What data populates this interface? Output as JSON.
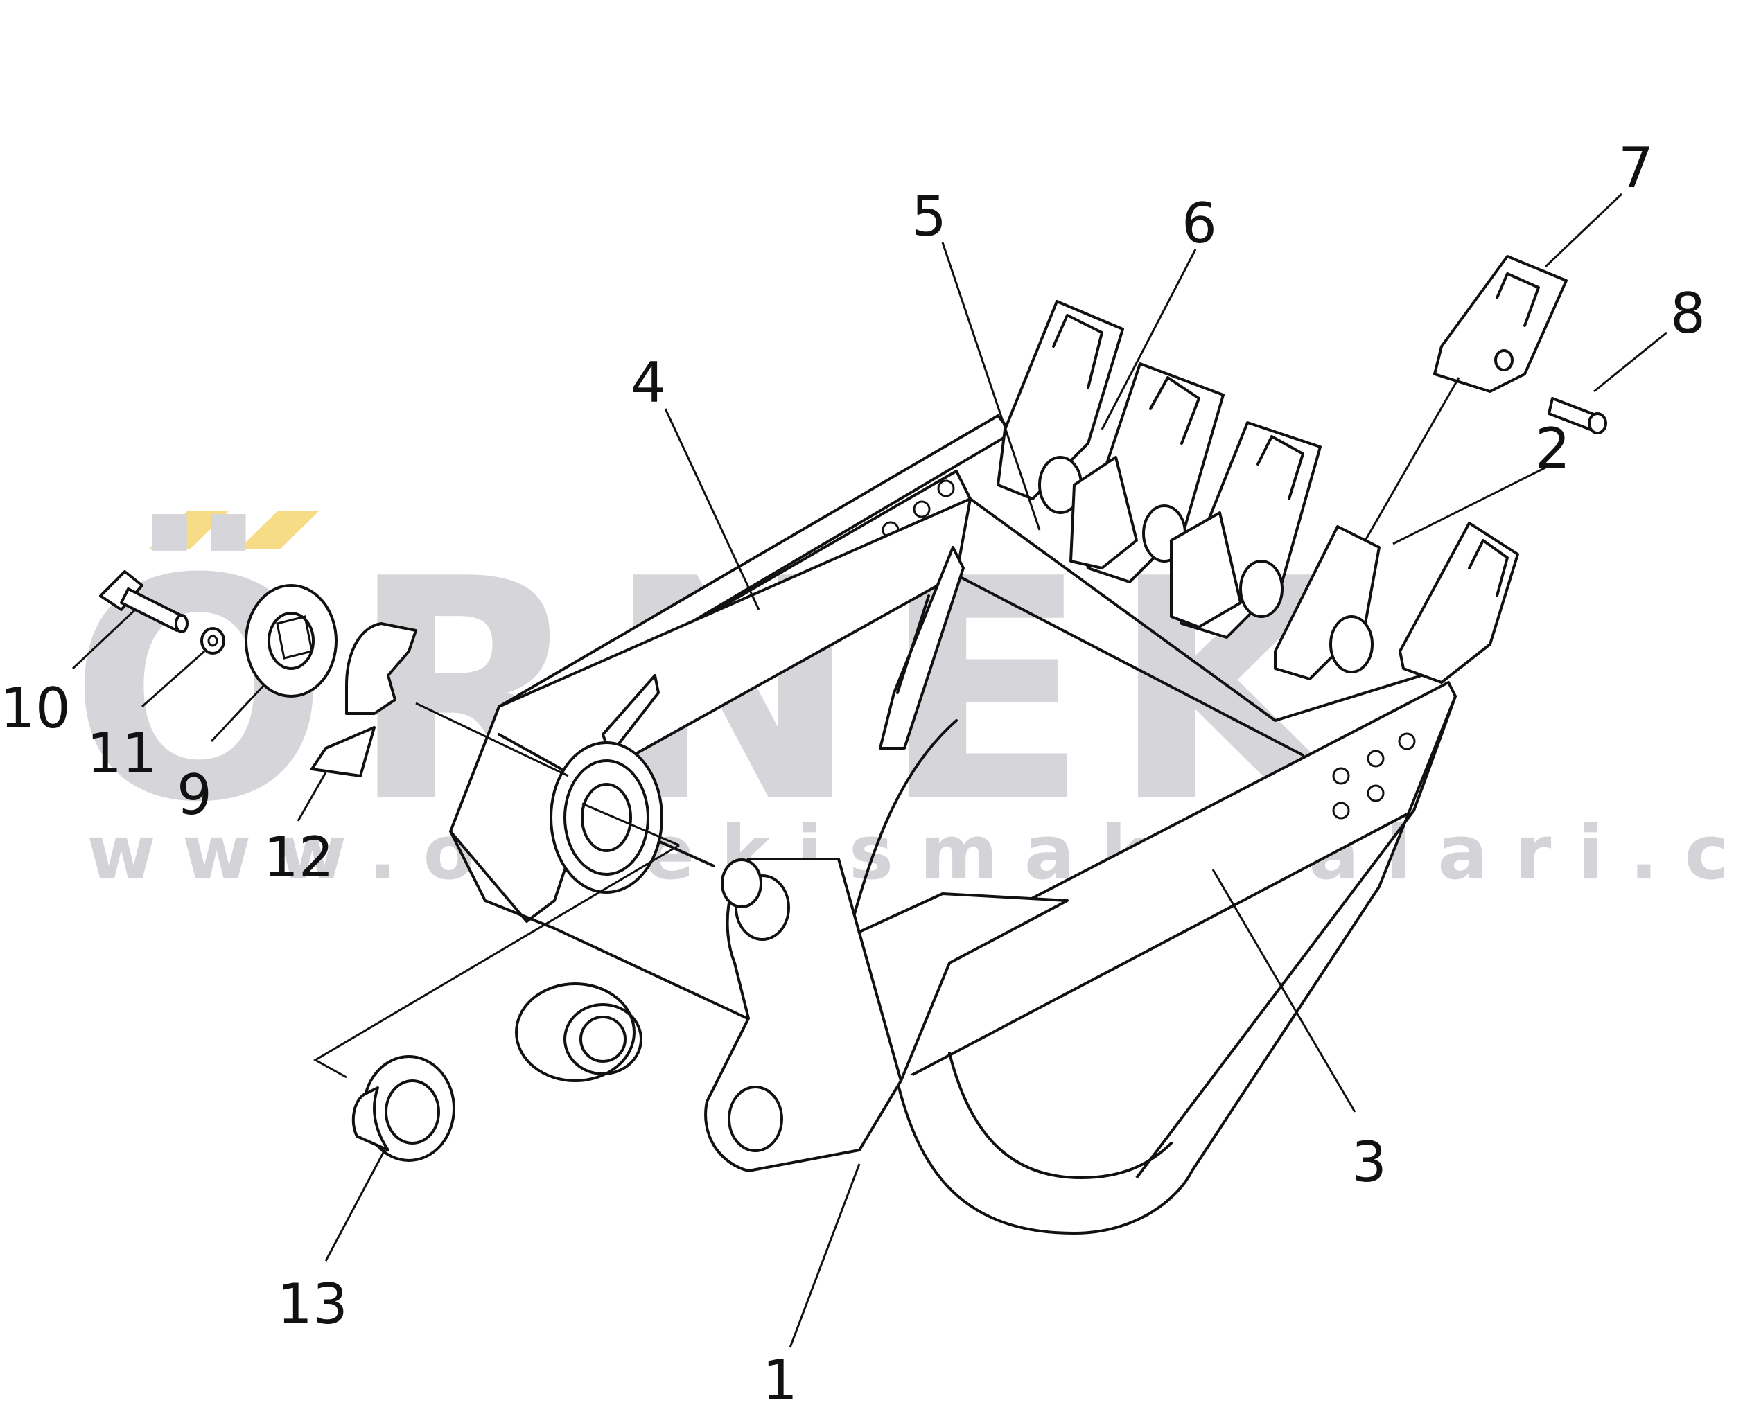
{
  "watermark": {
    "brand": "ÖRNEK",
    "url": "www.ornekismakinalari.com.tr",
    "brand_color": "#d6d6da",
    "accent_color": "#f6dc87"
  },
  "callouts": [
    {
      "id": "1",
      "label": "1"
    },
    {
      "id": "2",
      "label": "2"
    },
    {
      "id": "3",
      "label": "3"
    },
    {
      "id": "4",
      "label": "4"
    },
    {
      "id": "5",
      "label": "5"
    },
    {
      "id": "6",
      "label": "6"
    },
    {
      "id": "7",
      "label": "7"
    },
    {
      "id": "8",
      "label": "8"
    },
    {
      "id": "9",
      "label": "9"
    },
    {
      "id": "10",
      "label": "10"
    },
    {
      "id": "11",
      "label": "11"
    },
    {
      "id": "12",
      "label": "12"
    },
    {
      "id": "13",
      "label": "13"
    }
  ]
}
